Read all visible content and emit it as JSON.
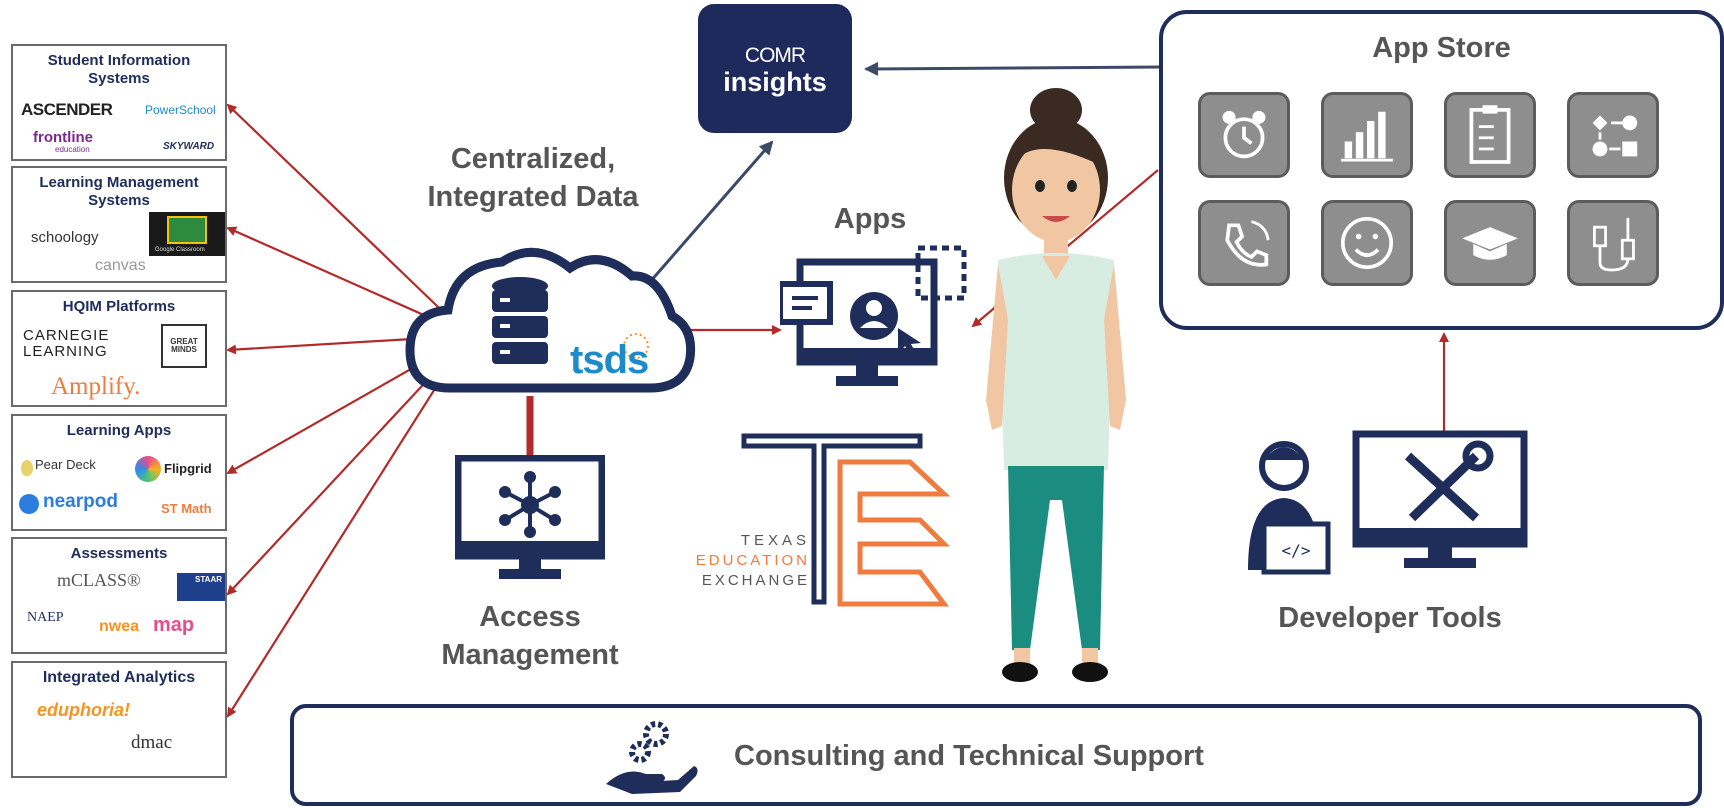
{
  "colors": {
    "navy": "#1e2d5a",
    "arrow_red": "#b22a2a",
    "arrow_dark": "#3b4a66",
    "tile_gray": "#8e8e8e",
    "orange": "#f07b3f",
    "tsds_blue": "#1b8bc9"
  },
  "panels": [
    {
      "title": "Student Information Systems",
      "logos": [
        "ASCENDER",
        "PowerSchool",
        "frontline",
        "education",
        "SKYWARD"
      ]
    },
    {
      "title": "Learning Management Systems",
      "logos": [
        "schoology",
        "canvas",
        "Google Classroom"
      ]
    },
    {
      "title": "HQIM Platforms",
      "logos": [
        "CARNEGIE",
        "LEARNING",
        "GREAT",
        "MINDS",
        "Amplify."
      ]
    },
    {
      "title": "Learning Apps",
      "logos": [
        "Pear Deck",
        "Flipgrid",
        "nearpod",
        "ST Math"
      ]
    },
    {
      "title": "Assessments",
      "logos": [
        "mCLASS®",
        "STAAR",
        "NAEP",
        "nwea",
        "map"
      ]
    },
    {
      "title": "Integrated Analytics",
      "logos": [
        "eduphoria!",
        "dmac"
      ]
    }
  ],
  "center": {
    "data_label": "Centralized,\nIntegrated Data",
    "tsds_label": "tsds",
    "comr_line1": "COMR",
    "comr_line2": "insights",
    "apps_label": "Apps",
    "access_label": "Access\nManagement",
    "tex_line1": "TEXAS",
    "tex_line2": "EDUCATION",
    "tex_line3": "EXCHANGE"
  },
  "app_store": {
    "title": "App Store",
    "icons": [
      "alarm-clock-icon",
      "bar-chart-icon",
      "checklist-clipboard-icon",
      "workflow-icon",
      "phone-call-icon",
      "smiley-face-icon",
      "graduation-cap-icon",
      "usb-cable-icon"
    ]
  },
  "developer": {
    "label": "Developer Tools"
  },
  "support": {
    "label": "Consulting and Technical Support"
  }
}
